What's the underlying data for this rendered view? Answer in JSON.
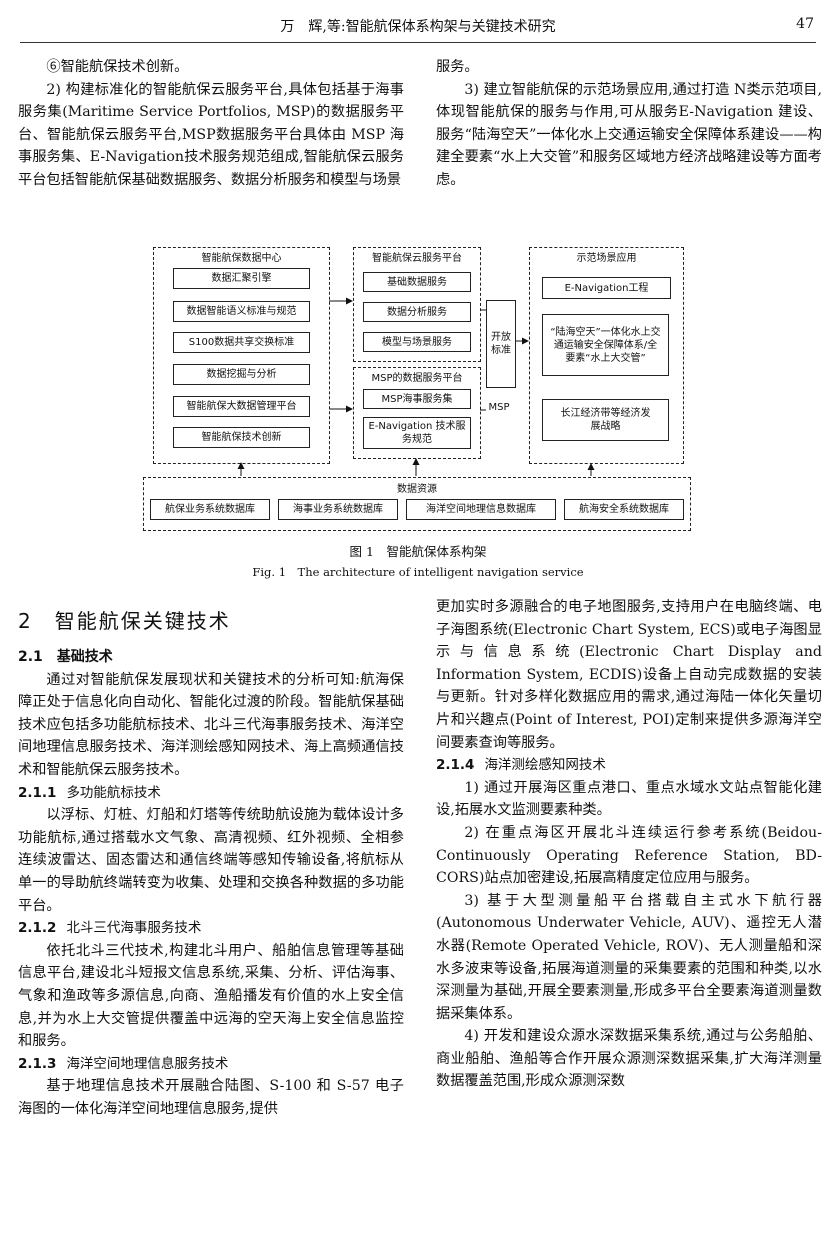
{
  "header": {
    "title": "万　辉,等:智能航保体系构架与关键技术研究",
    "page_number": "47"
  },
  "top_left": {
    "p1": "⑥智能航保技术创新。",
    "p2": "2) 构建标准化的智能航保云服务平台,具体包括基于海事服务集(Maritime Service Portfolios, MSP)的数据服务平台、智能航保云服务平台,MSP数据服务平台具体由 MSP 海事服务集、E-Navigation技术服务规范组成,智能航保云服务平台包括智能航保基础数据服务、数据分析服务和模型与场景"
  },
  "top_right": {
    "p1": "服务。",
    "p2": "3) 建立智能航保的示范场景应用,通过打造 N类示范项目,体现智能航保的服务与作用,可从服务E-Navigation 建设、服务“陆海空天”一体化水上交通运输安全保障体系建设——构建全要素“水上大交管”和服务区域地方经济战略建设等方面考虑。"
  },
  "figure": {
    "center_title": "智能航保数据中心",
    "center_items": [
      "数据汇聚引擎",
      "数据智能语义标准与规范",
      "S100数据共享交换标准",
      "数据挖掘与分析",
      "智能航保大数据管理平台",
      "智能航保技术创新"
    ],
    "cloud_title": "智能航保云服务平台",
    "cloud_items": [
      "基础数据服务",
      "数据分析服务",
      "模型与场景服务"
    ],
    "msp_title": "MSP的数据服务平台",
    "msp_items": [
      "MSP海事服务集",
      "E-Navigation 技术服务规范"
    ],
    "open_std": "开放 标准",
    "msp_label": "MSP",
    "app_title": "示范场景应用",
    "app_items": [
      "E-Navigation工程",
      "“陆海空天”一体化水上交通运输安全保障体系/全要素“水上大交管”",
      "长江经济带等经济发展战略"
    ],
    "res_title": "数据资源",
    "res_items": [
      "航保业务系统数据库",
      "海事业务系统数据库",
      "海洋空间地理信息数据库",
      "航海安全系统数据库"
    ],
    "caption_cn": "图 1　智能航保体系构架",
    "caption_en": "Fig. 1　The architecture of intelligent navigation service"
  },
  "bot_left": {
    "sec2": "2　智能航保关键技术",
    "s21": "2.1　基础技术",
    "s21_p": "通过对智能航保发展现状和关键技术的分析可知:航海保障正处于信息化向自动化、智能化过渡的阶段。智能航保基础技术应包括多功能航标技术、北斗三代海事服务技术、海洋空间地理信息服务技术、海洋测绘感知网技术、海上高频通信技术和智能航保云服务技术。",
    "s211_num": "2.1.1",
    "s211_title": "多功能航标技术",
    "s211_p": "以浮标、灯桩、灯船和灯塔等传统助航设施为载体设计多功能航标,通过搭载水文气象、高清视频、红外视频、全相参连续波雷达、固态雷达和通信终端等感知传输设备,将航标从单一的导助航终端转变为收集、处理和交换各种数据的多功能平台。",
    "s212_num": "2.1.2",
    "s212_title": "北斗三代海事服务技术",
    "s212_p": "依托北斗三代技术,构建北斗用户、船舶信息管理等基础信息平台,建设北斗短报文信息系统,采集、分析、评估海事、气象和渔政等多源信息,向商、渔船播发有价值的水上安全信息,并为水上大交管提供覆盖中远海的空天海上安全信息监控和服务。",
    "s213_num": "2.1.3",
    "s213_title": "海洋空间地理信息服务技术",
    "s213_p": "基于地理信息技术开展融合陆图、S-100 和 S-57 电子海图的一体化海洋空间地理信息服务,提供"
  },
  "bot_right": {
    "p_cont": "更加实时多源融合的电子地图服务,支持用户在电脑终端、电子海图系统(Electronic Chart System, ECS)或电子海图显示与信息系统(Electronic Chart Display and Information System, ECDIS)设备上自动完成数据的安装与更新。针对多样化数据应用的需求,通过海陆一体化矢量切片和兴趣点(Point of Interest, POI)定制来提供多源海洋空间要素查询等服务。",
    "s214_num": "2.1.4",
    "s214_title": "海洋测绘感知网技术",
    "p1": "1) 通过开展海区重点港口、重点水域水文站点智能化建设,拓展水文监测要素种类。",
    "p2": "2) 在重点海区开展北斗连续运行参考系统(Beidou-Continuously Operating Reference Station, BD-CORS)站点加密建设,拓展高精度定位应用与服务。",
    "p3": "3) 基于大型测量船平台搭载自主式水下航行器(Autonomous Underwater Vehicle, AUV)、遥控无人潜水器(Remote Operated Vehicle, ROV)、无人测量船和深水多波束等设备,拓展海道测量的采集要素的范围和种类,以水深测量为基础,开展全要素测量,形成多平台全要素海道测量数据采集体系。",
    "p4": "4) 开发和建设众源水深数据采集系统,通过与公务船舶、商业船舶、渔船等合作开展众源测深数据采集,扩大海洋测量数据覆盖范围,形成众源测深数"
  }
}
